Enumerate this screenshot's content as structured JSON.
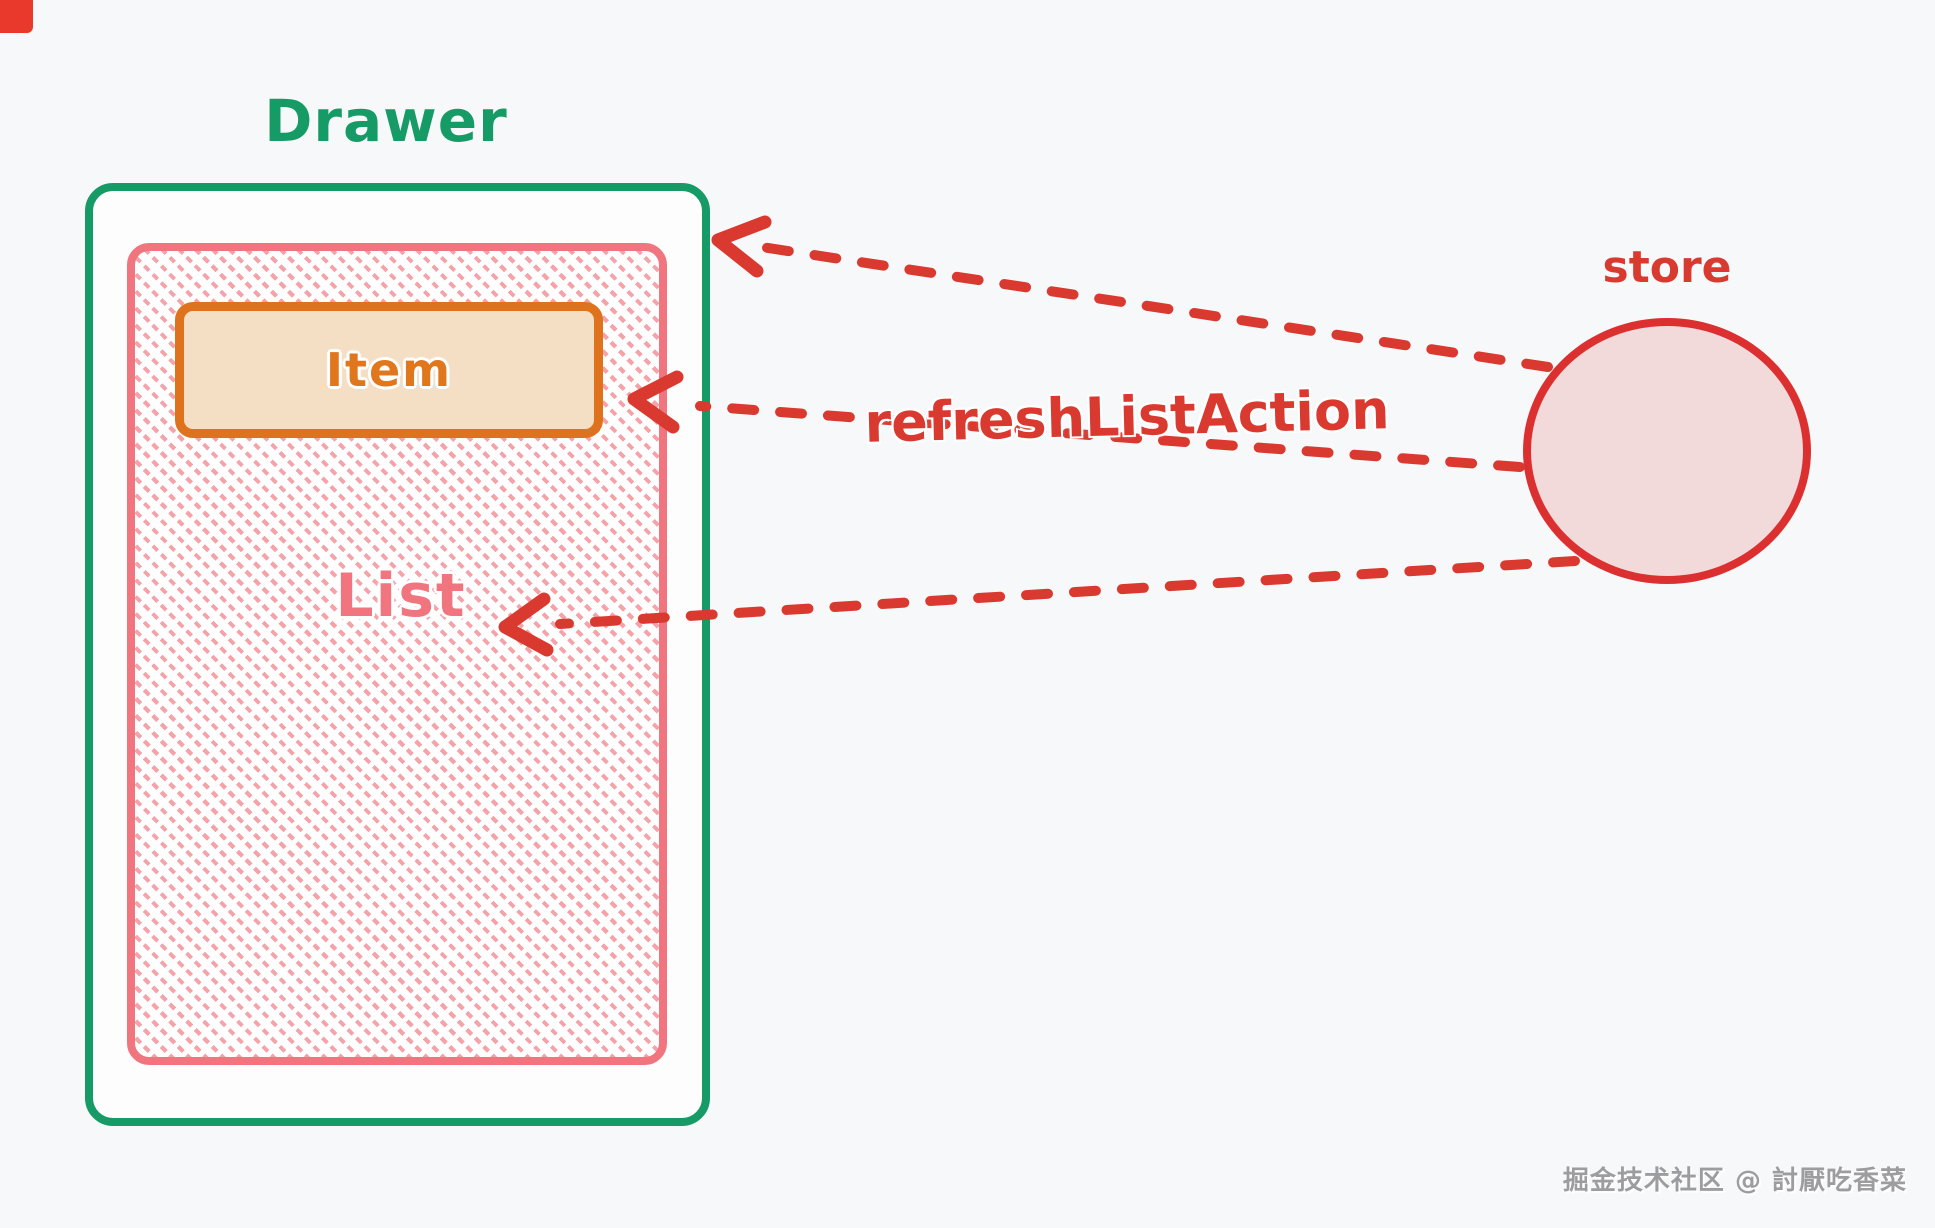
{
  "page": {
    "background": "#f7f8fa",
    "corner_marker_color": "#e8392c"
  },
  "nodes": {
    "drawer": {
      "label": "Drawer",
      "border_color": "#169b66",
      "text_color": "#169b66"
    },
    "list": {
      "label": "List",
      "border_color": "#f0757e",
      "hatch_color": "#f5a2a9",
      "text_color": "#f0757e"
    },
    "item": {
      "label": "Item",
      "border_color": "#df731d",
      "fill_color": "#f4dfc5",
      "text_color": "#e0771c"
    },
    "store": {
      "label": "store",
      "border_color": "#dc3030",
      "fill_color": "#f2d9da",
      "text_color": "#d93a30"
    }
  },
  "edges": [
    {
      "from": "store",
      "to": "drawer",
      "style": "dashed",
      "color": "#d9392e",
      "label": ""
    },
    {
      "from": "store",
      "to": "item",
      "style": "dashed",
      "color": "#d9392e",
      "label": "refreshListAction"
    },
    {
      "from": "store",
      "to": "list",
      "style": "dashed",
      "color": "#d9392e",
      "label": ""
    }
  ],
  "watermark": {
    "text": "掘金技术社区 @ 討厭吃香菜",
    "color": "#9d9da1"
  }
}
